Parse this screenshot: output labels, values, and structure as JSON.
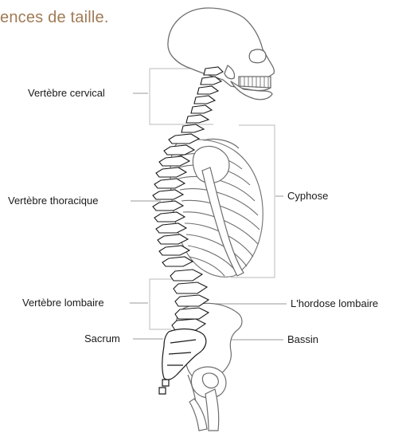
{
  "heading": "ences de taille.",
  "labels": {
    "cervical": "Vertèbre cervical",
    "thoracic": "Vertèbre thoracique",
    "lumbar": "Vertèbre lombaire",
    "sacrum": "Sacrum",
    "kyphosis": "Cyphose",
    "lordosis": "L'hordose lombaire",
    "pelvis": "Bassin"
  },
  "colors": {
    "heading": "#a07a55",
    "bone_fill": "#ffffff",
    "bone_stroke_dark": "#1a1a1a",
    "bone_stroke_light": "#6e6e6e",
    "leader": "#9a9a9a",
    "bracket": "#c8c8c8"
  }
}
